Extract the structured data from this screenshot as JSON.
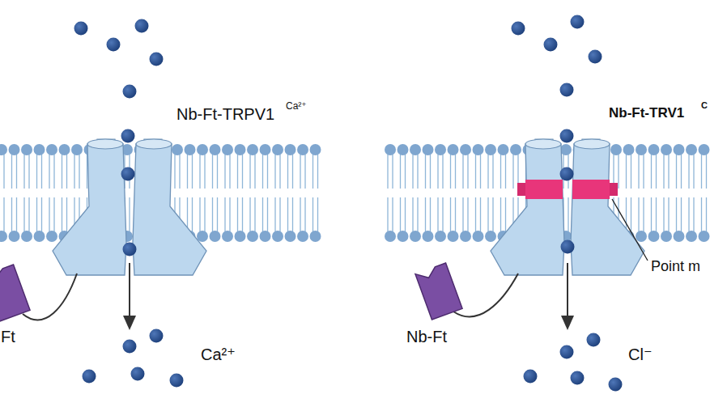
{
  "diagram": {
    "labels": [
      "Nb-Ft-TRPV1",
      "Ca²⁺",
      "Ft",
      "Ca²⁺",
      "Nb-Ft-TRV1",
      "C",
      "Point m",
      "Nb-Ft",
      "Cl⁻"
    ]
  }
}
